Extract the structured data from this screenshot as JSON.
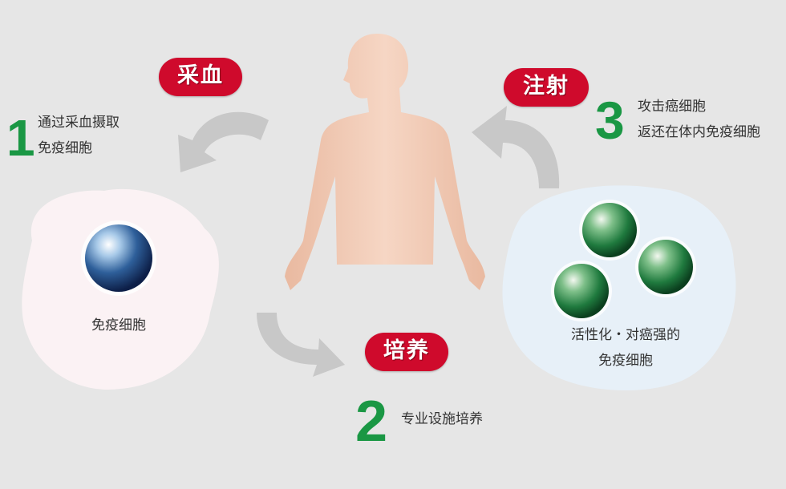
{
  "steps": [
    {
      "number": "1",
      "badge": "采血",
      "lines": [
        "通过采血摄取",
        "免疫细胞"
      ]
    },
    {
      "number": "2",
      "badge": "培养",
      "lines": [
        "专业设施培养"
      ]
    },
    {
      "number": "3",
      "badge": "注射",
      "lines": [
        "攻击癌细胞",
        "返还在体内免疫细胞"
      ]
    }
  ],
  "left_cell": {
    "caption": "免疫细胞"
  },
  "right_cells": {
    "caption_lines": [
      "活性化・对癌强的",
      "免疫细胞"
    ]
  },
  "colors": {
    "badge": "#cf0a2c",
    "number": "#1a9744",
    "arrow": "#c8c8c8",
    "background": "#e6e6e6"
  }
}
